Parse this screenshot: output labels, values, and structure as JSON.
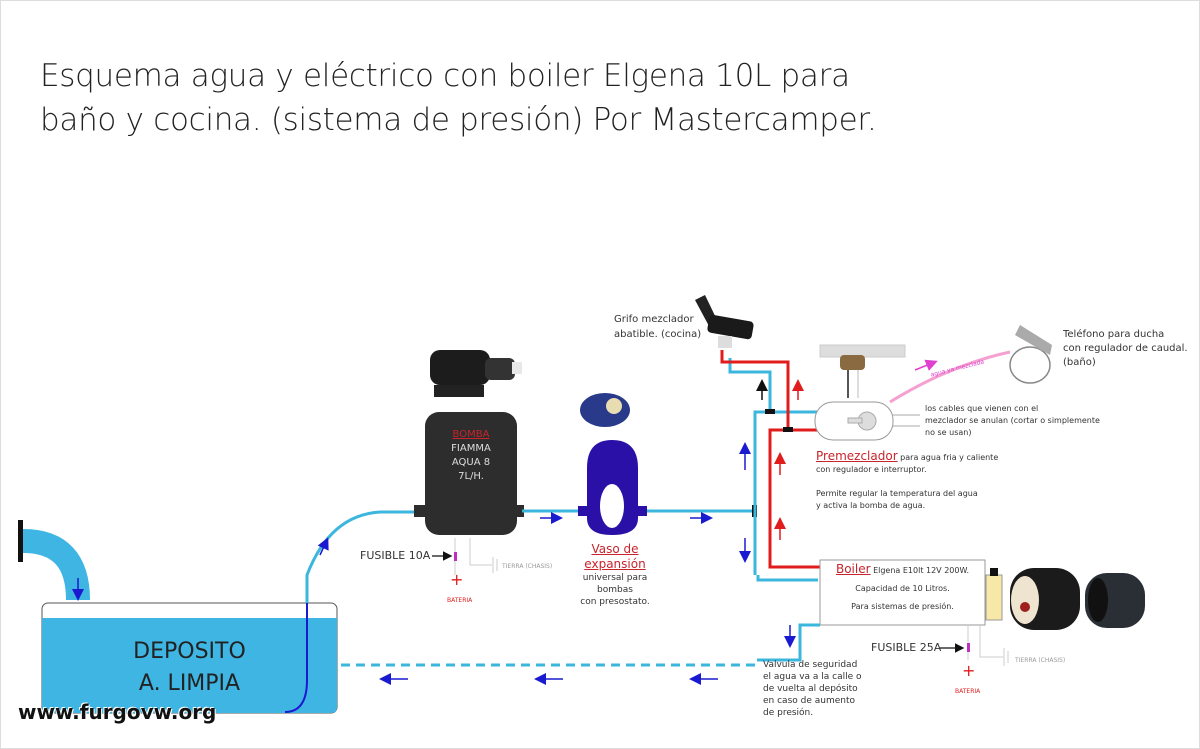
{
  "title": {
    "line1": "Esquema agua y eléctrico con boiler Elgena 10L para",
    "line2": "baño y cocina. (sistema de presión) Por Mastercamper."
  },
  "tank": {
    "line1": "DEPOSITO",
    "line2": "A. LIMPIA"
  },
  "watermark": "www.furgovw.org",
  "pump": {
    "name": "BOMBA",
    "line1": "FIAMMA",
    "line2": "AQUA 8",
    "line3": "7L/H."
  },
  "pump_electrical": {
    "fuse": "FUSIBLE 10A",
    "ground": "TIERRA (CHASIS)",
    "battery": "BATERIA",
    "plus": "+"
  },
  "vaso": {
    "name": "Vaso de expansión",
    "line1": "universal para bombas",
    "line2": "con presostato."
  },
  "grifo": {
    "line1": "Grifo mezclador",
    "line2": "abatible. (cocina)"
  },
  "telefono": {
    "line1": "Teléfono para ducha",
    "line2": "con regulador de caudal.",
    "line3": "(baño)"
  },
  "mixed_water_label": "agua ya mezclada",
  "cables_note": {
    "line1": "los cables que vienen con el",
    "line2": "mezclador se anulan (cortar o simplemente",
    "line3": "no se usan)"
  },
  "premezclador": {
    "name": "Premezclador",
    "desc1": " para agua fria y caliente",
    "desc2": "con regulador e interruptor.",
    "note1": "Permite regular la temperatura del agua",
    "note2": "y activa la bomba de agua."
  },
  "boiler": {
    "name": "Boiler",
    "model": " Elgena E10lt  12V 200W.",
    "capacity": "Capacidad de 10 Litros.",
    "system": "Para sistemas de presión."
  },
  "boiler_electrical": {
    "fuse": "FUSIBLE 25A",
    "ground": "TIERRA (CHASIS)",
    "battery": "BATERIA",
    "plus": "+"
  },
  "valvula": {
    "line1": "Valvula de seguridad",
    "line2": "el agua va a la calle o",
    "line3": "de vuelta al depósito",
    "line4": "en caso de aumento",
    "line5": "de presión."
  },
  "colors": {
    "cold": "#3bb6dc",
    "hot": "#e01c1c",
    "water": "#3fb5e3",
    "vaso": "#2b10a8",
    "pump": "#2d2d2d",
    "arrow": "#1a1ad0"
  }
}
